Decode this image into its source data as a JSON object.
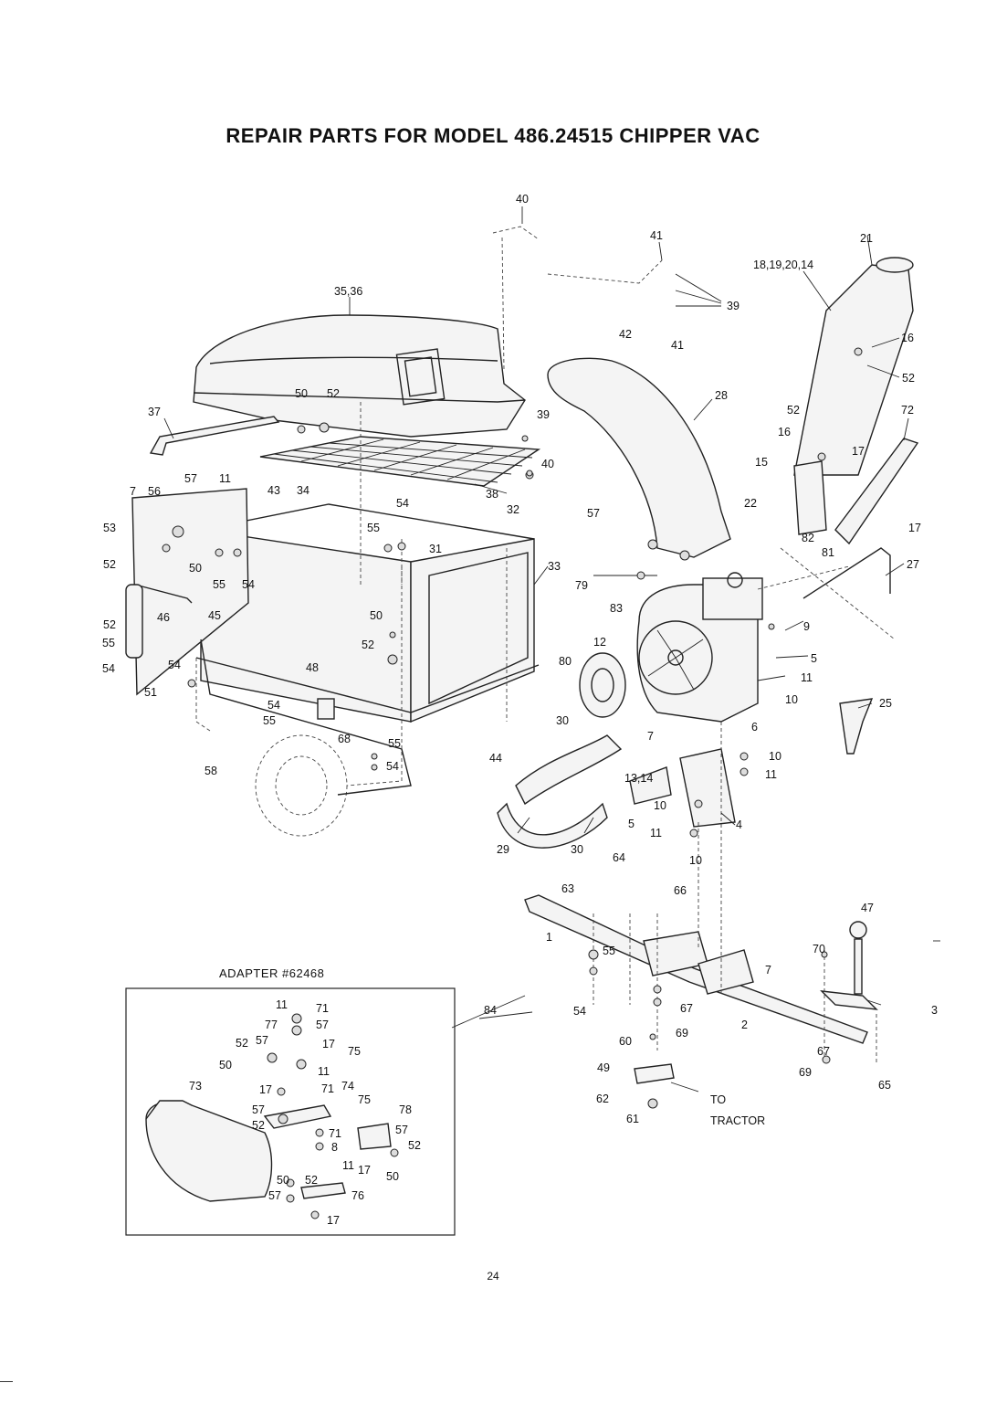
{
  "title": "REPAIR PARTS FOR MODEL 486.24515 CHIPPER VAC",
  "adapter_title": "ADAPTER #62468",
  "page_number": "24",
  "callouts": [
    {
      "id": "c40a",
      "text": "40"
    },
    {
      "id": "c41a",
      "text": "41"
    },
    {
      "id": "c21",
      "text": "21"
    },
    {
      "id": "c18",
      "text": "18,19,20,14"
    },
    {
      "id": "c3536",
      "text": "35,36"
    },
    {
      "id": "c39a",
      "text": "39"
    },
    {
      "id": "c42",
      "text": "42"
    },
    {
      "id": "c41b",
      "text": "41"
    },
    {
      "id": "c16a",
      "text": "16"
    },
    {
      "id": "c52a",
      "text": "52"
    },
    {
      "id": "c50a",
      "text": "50"
    },
    {
      "id": "c52b",
      "text": "52"
    },
    {
      "id": "c28",
      "text": "28"
    },
    {
      "id": "c37",
      "text": "37"
    },
    {
      "id": "c39b",
      "text": "39"
    },
    {
      "id": "c52c",
      "text": "52"
    },
    {
      "id": "c72",
      "text": "72"
    },
    {
      "id": "c16b",
      "text": "16"
    },
    {
      "id": "c17a",
      "text": "17"
    },
    {
      "id": "c40b",
      "text": "40"
    },
    {
      "id": "c15",
      "text": "15"
    },
    {
      "id": "c7a",
      "text": "7"
    },
    {
      "id": "c56",
      "text": "56"
    },
    {
      "id": "c57a",
      "text": "57"
    },
    {
      "id": "c11a",
      "text": "11"
    },
    {
      "id": "c43",
      "text": "43"
    },
    {
      "id": "c34",
      "text": "34"
    },
    {
      "id": "c38",
      "text": "38"
    },
    {
      "id": "c54a",
      "text": "54"
    },
    {
      "id": "c32",
      "text": "32"
    },
    {
      "id": "c57b",
      "text": "57"
    },
    {
      "id": "c22",
      "text": "22"
    },
    {
      "id": "c53",
      "text": "53"
    },
    {
      "id": "c55a",
      "text": "55"
    },
    {
      "id": "c31",
      "text": "31"
    },
    {
      "id": "c17b",
      "text": "17"
    },
    {
      "id": "c82",
      "text": "82"
    },
    {
      "id": "c81",
      "text": "81"
    },
    {
      "id": "c52d",
      "text": "52"
    },
    {
      "id": "c50b",
      "text": "50"
    },
    {
      "id": "c55b",
      "text": "55"
    },
    {
      "id": "c54b",
      "text": "54"
    },
    {
      "id": "c33",
      "text": "33"
    },
    {
      "id": "c27",
      "text": "27"
    },
    {
      "id": "c79",
      "text": "79"
    },
    {
      "id": "c46",
      "text": "46"
    },
    {
      "id": "c45",
      "text": "45"
    },
    {
      "id": "c50c",
      "text": "50"
    },
    {
      "id": "c83",
      "text": "83"
    },
    {
      "id": "c52e",
      "text": "52"
    },
    {
      "id": "c9",
      "text": "9"
    },
    {
      "id": "c55c",
      "text": "55"
    },
    {
      "id": "c52f",
      "text": "52"
    },
    {
      "id": "c12",
      "text": "12"
    },
    {
      "id": "c54c",
      "text": "54"
    },
    {
      "id": "c54d",
      "text": "54"
    },
    {
      "id": "c48",
      "text": "48"
    },
    {
      "id": "c80",
      "text": "80"
    },
    {
      "id": "c5a",
      "text": "5"
    },
    {
      "id": "c11b",
      "text": "11"
    },
    {
      "id": "c10a",
      "text": "10"
    },
    {
      "id": "c51",
      "text": "51"
    },
    {
      "id": "c54e",
      "text": "54"
    },
    {
      "id": "c55d",
      "text": "55"
    },
    {
      "id": "c25",
      "text": "25"
    },
    {
      "id": "c30a",
      "text": "30"
    },
    {
      "id": "c6",
      "text": "6"
    },
    {
      "id": "c7b",
      "text": "7"
    },
    {
      "id": "c68",
      "text": "68"
    },
    {
      "id": "c55e",
      "text": "55"
    },
    {
      "id": "c44",
      "text": "44"
    },
    {
      "id": "c10b",
      "text": "10"
    },
    {
      "id": "c58",
      "text": "58"
    },
    {
      "id": "c54f",
      "text": "54"
    },
    {
      "id": "c1314",
      "text": "13,14"
    },
    {
      "id": "c11c",
      "text": "11"
    },
    {
      "id": "c10c",
      "text": "10"
    },
    {
      "id": "c5b",
      "text": "5"
    },
    {
      "id": "c4",
      "text": "4"
    },
    {
      "id": "c11d",
      "text": "11"
    },
    {
      "id": "c29",
      "text": "29"
    },
    {
      "id": "c30b",
      "text": "30"
    },
    {
      "id": "c64",
      "text": "64"
    },
    {
      "id": "c10d",
      "text": "10"
    },
    {
      "id": "c63",
      "text": "63"
    },
    {
      "id": "c66",
      "text": "66"
    },
    {
      "id": "c47",
      "text": "47"
    },
    {
      "id": "c1",
      "text": "1"
    },
    {
      "id": "c55f",
      "text": "55"
    },
    {
      "id": "c70",
      "text": "70"
    },
    {
      "id": "c7c",
      "text": "7"
    },
    {
      "id": "c84",
      "text": "84"
    },
    {
      "id": "c54g",
      "text": "54"
    },
    {
      "id": "c67a",
      "text": "67"
    },
    {
      "id": "c3",
      "text": "3"
    },
    {
      "id": "c2",
      "text": "2"
    },
    {
      "id": "c69a",
      "text": "69"
    },
    {
      "id": "c60",
      "text": "60"
    },
    {
      "id": "c67b",
      "text": "67"
    },
    {
      "id": "c49",
      "text": "49"
    },
    {
      "id": "c69b",
      "text": "69"
    },
    {
      "id": "c65",
      "text": "65"
    },
    {
      "id": "c62",
      "text": "62"
    },
    {
      "id": "c61",
      "text": "61"
    },
    {
      "id": "cto",
      "text": "TO"
    },
    {
      "id": "ctractor",
      "text": "TRACTOR"
    },
    {
      "id": "a11a",
      "text": "11"
    },
    {
      "id": "a71a",
      "text": "71"
    },
    {
      "id": "a77",
      "text": "77"
    },
    {
      "id": "a57a",
      "text": "57"
    },
    {
      "id": "a52a",
      "text": "52"
    },
    {
      "id": "a57b",
      "text": "57"
    },
    {
      "id": "a17a",
      "text": "17"
    },
    {
      "id": "a75a",
      "text": "75"
    },
    {
      "id": "a50a",
      "text": "50"
    },
    {
      "id": "a11b",
      "text": "11"
    },
    {
      "id": "a73",
      "text": "73"
    },
    {
      "id": "a17b",
      "text": "17"
    },
    {
      "id": "a71b",
      "text": "71"
    },
    {
      "id": "a74",
      "text": "74"
    },
    {
      "id": "a75b",
      "text": "75"
    },
    {
      "id": "a57c",
      "text": "57"
    },
    {
      "id": "a78",
      "text": "78"
    },
    {
      "id": "a52b",
      "text": "52"
    },
    {
      "id": "a71c",
      "text": "71"
    },
    {
      "id": "a57d",
      "text": "57"
    },
    {
      "id": "a8",
      "text": "8"
    },
    {
      "id": "a52c",
      "text": "52"
    },
    {
      "id": "a11c",
      "text": "11"
    },
    {
      "id": "a50b",
      "text": "50"
    },
    {
      "id": "a52d",
      "text": "52"
    },
    {
      "id": "a17c",
      "text": "17"
    },
    {
      "id": "a50c",
      "text": "50"
    },
    {
      "id": "a57e",
      "text": "57"
    },
    {
      "id": "a76",
      "text": "76"
    },
    {
      "id": "a17d",
      "text": "17"
    }
  ]
}
